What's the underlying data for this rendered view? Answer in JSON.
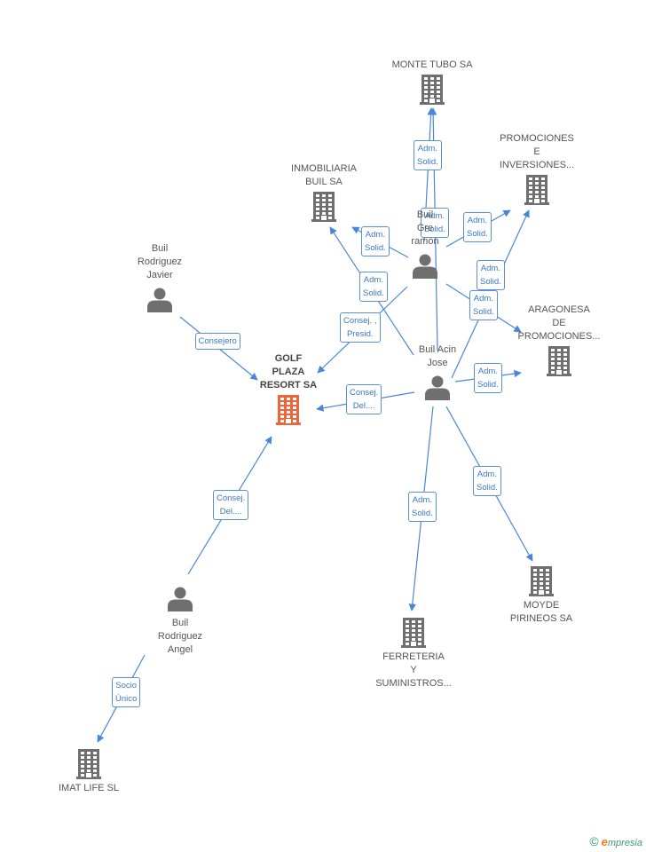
{
  "colors": {
    "edge": "#4a86d8",
    "node": "#6f6f6f",
    "focus": "#f0643a"
  },
  "nodes": [
    {
      "id": "golf",
      "type": "company",
      "focus": true,
      "lines": [
        "GOLF",
        "PLAZA",
        "RESORT SA"
      ]
    },
    {
      "id": "montetubo",
      "type": "company",
      "lines": [
        "MONTE TUBO SA"
      ]
    },
    {
      "id": "inmobiliaria",
      "type": "company",
      "lines": [
        "INMOBILIARIA",
        "BUIL SA"
      ]
    },
    {
      "id": "promociones",
      "type": "company",
      "lines": [
        "PROMOCIONES",
        "E",
        "INVERSIONES..."
      ]
    },
    {
      "id": "aragonesa",
      "type": "company",
      "lines": [
        "ARAGONESA",
        "DE",
        "PROMOCIONES..."
      ]
    },
    {
      "id": "moyde",
      "type": "company",
      "lines": [
        "MOYDE",
        "PIRINEOS SA"
      ]
    },
    {
      "id": "ferreteria",
      "type": "company",
      "lines": [
        "FERRETERIA",
        "Y",
        "SUMINISTROS..."
      ]
    },
    {
      "id": "imat",
      "type": "company",
      "lines": [
        "IMAT LIFE SL"
      ]
    },
    {
      "id": "javier",
      "type": "person",
      "lines": [
        "Buil",
        "Rodriguez",
        "Javier"
      ]
    },
    {
      "id": "angel",
      "type": "person",
      "lines": [
        "Buil",
        "Rodriguez",
        "Angel"
      ]
    },
    {
      "id": "ramon",
      "type": "person",
      "lines": [
        "Buil",
        "Gre",
        "ramon"
      ]
    },
    {
      "id": "jose",
      "type": "person",
      "lines": [
        "Buil Acin",
        "Jose"
      ]
    }
  ],
  "edges": [
    {
      "id": "e1",
      "from": "javier",
      "to": "golf",
      "lines": [
        "Consejero"
      ]
    },
    {
      "id": "e2",
      "from": "angel",
      "to": "golf",
      "lines": [
        "Consej.",
        "Del...."
      ]
    },
    {
      "id": "e3",
      "from": "angel",
      "to": "imat",
      "lines": [
        "Socio",
        "Único"
      ]
    },
    {
      "id": "e4",
      "from": "jose",
      "to": "golf",
      "lines": [
        "Consej.",
        "Del...."
      ]
    },
    {
      "id": "e5",
      "from": "ramon",
      "to": "golf",
      "lines": [
        "Consej. ,",
        "Presid."
      ]
    },
    {
      "id": "e6",
      "from": "ramon",
      "to": "montetubo",
      "lines": [
        "Adm.",
        "Solid."
      ]
    },
    {
      "id": "e7",
      "from": "jose",
      "to": "montetubo",
      "lines": [
        "Adm.",
        "Solid."
      ]
    },
    {
      "id": "e8",
      "from": "ramon",
      "to": "inmobiliaria",
      "lines": [
        "Adm.",
        "Solid."
      ]
    },
    {
      "id": "e9",
      "from": "jose",
      "to": "inmobiliaria",
      "lines": [
        "Adm.",
        "Solid."
      ]
    },
    {
      "id": "e10",
      "from": "ramon",
      "to": "promociones",
      "lines": [
        "Adm.",
        "Solid."
      ]
    },
    {
      "id": "e11",
      "from": "jose",
      "to": "promociones",
      "lines": [
        "Adm.",
        "Solid."
      ]
    },
    {
      "id": "e12",
      "from": "ramon",
      "to": "aragonesa",
      "lines": [
        "Adm.",
        "Solid."
      ]
    },
    {
      "id": "e13",
      "from": "jose",
      "to": "aragonesa",
      "lines": [
        "Adm.",
        "Solid."
      ]
    },
    {
      "id": "e14",
      "from": "jose",
      "to": "ferreteria",
      "lines": [
        "Adm.",
        "Solid."
      ]
    },
    {
      "id": "e15",
      "from": "jose",
      "to": "moyde",
      "lines": [
        "Adm.",
        "Solid."
      ]
    }
  ],
  "brand": {
    "symbol": "©",
    "initial": "e",
    "rest": "mpresia"
  }
}
